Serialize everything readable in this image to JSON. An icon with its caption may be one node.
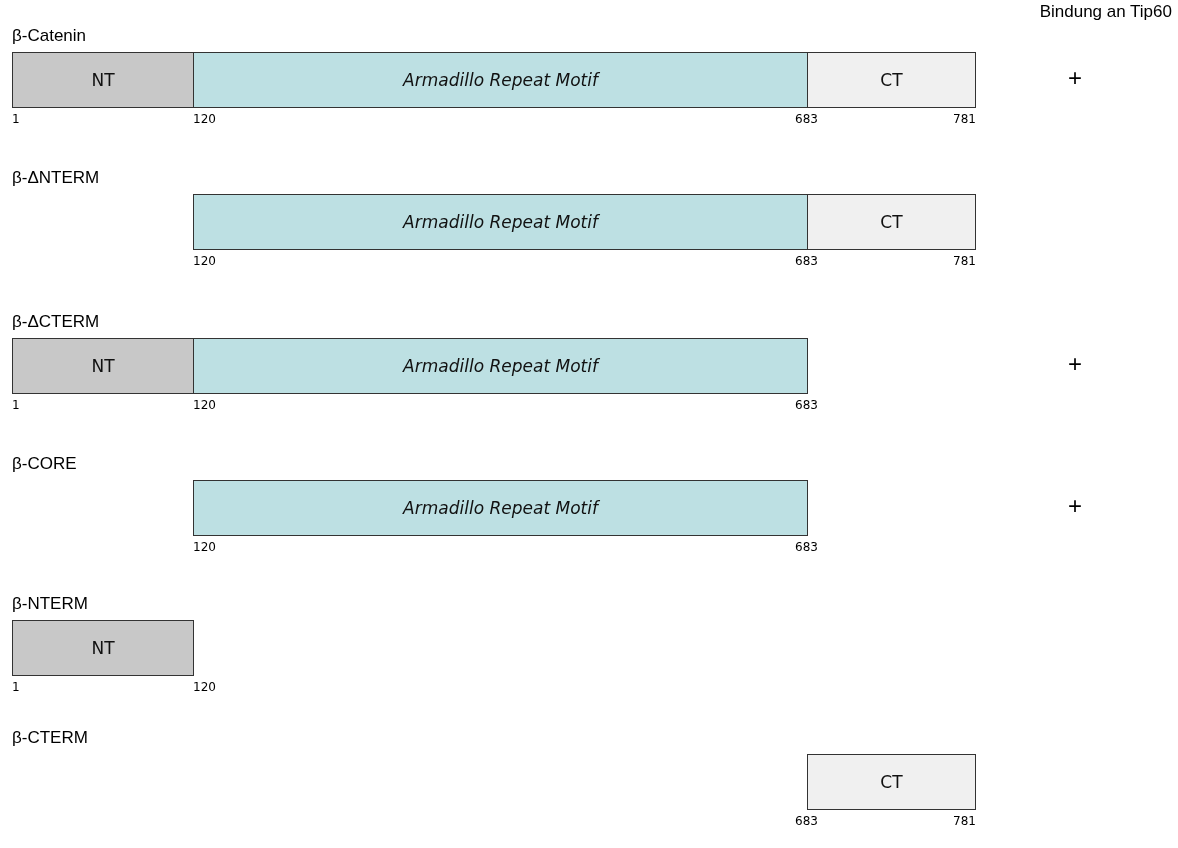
{
  "diagram": {
    "nodes": [
      {
        "text": [
          "NT"
        ]
      },
      {
        "text": [
          "Armadillo Repeat Motif"
        ]
      },
      {
        "text": [
          "CT"
        ]
      },
      {
        "text": [
          "Armadillo Repeat Motif"
        ]
      },
      {
        "text": [
          "CT"
        ]
      },
      {
        "text": [
          "NT"
        ]
      },
      {
        "text": [
          "Armadillo Repeat Motif"
        ]
      },
      {
        "text": [
          "Armadillo Repeat Motif"
        ]
      },
      {
        "text": [
          "NT"
        ]
      },
      {
        "text": [
          "CT"
        ]
      }
    ],
    "labels": [
      "Bindung an Tip60",
      "β-Catenin",
      "+",
      "1",
      "120",
      "683",
      "781",
      "β-ΔNTERM",
      "120",
      "683",
      "781",
      "β-ΔCTERM",
      "+",
      "1",
      "120",
      "683",
      "β-CORE",
      "+",
      "120",
      "683",
      "β-NTERM",
      "1",
      "120",
      "β-CTERM",
      "683",
      "781"
    ]
  }
}
